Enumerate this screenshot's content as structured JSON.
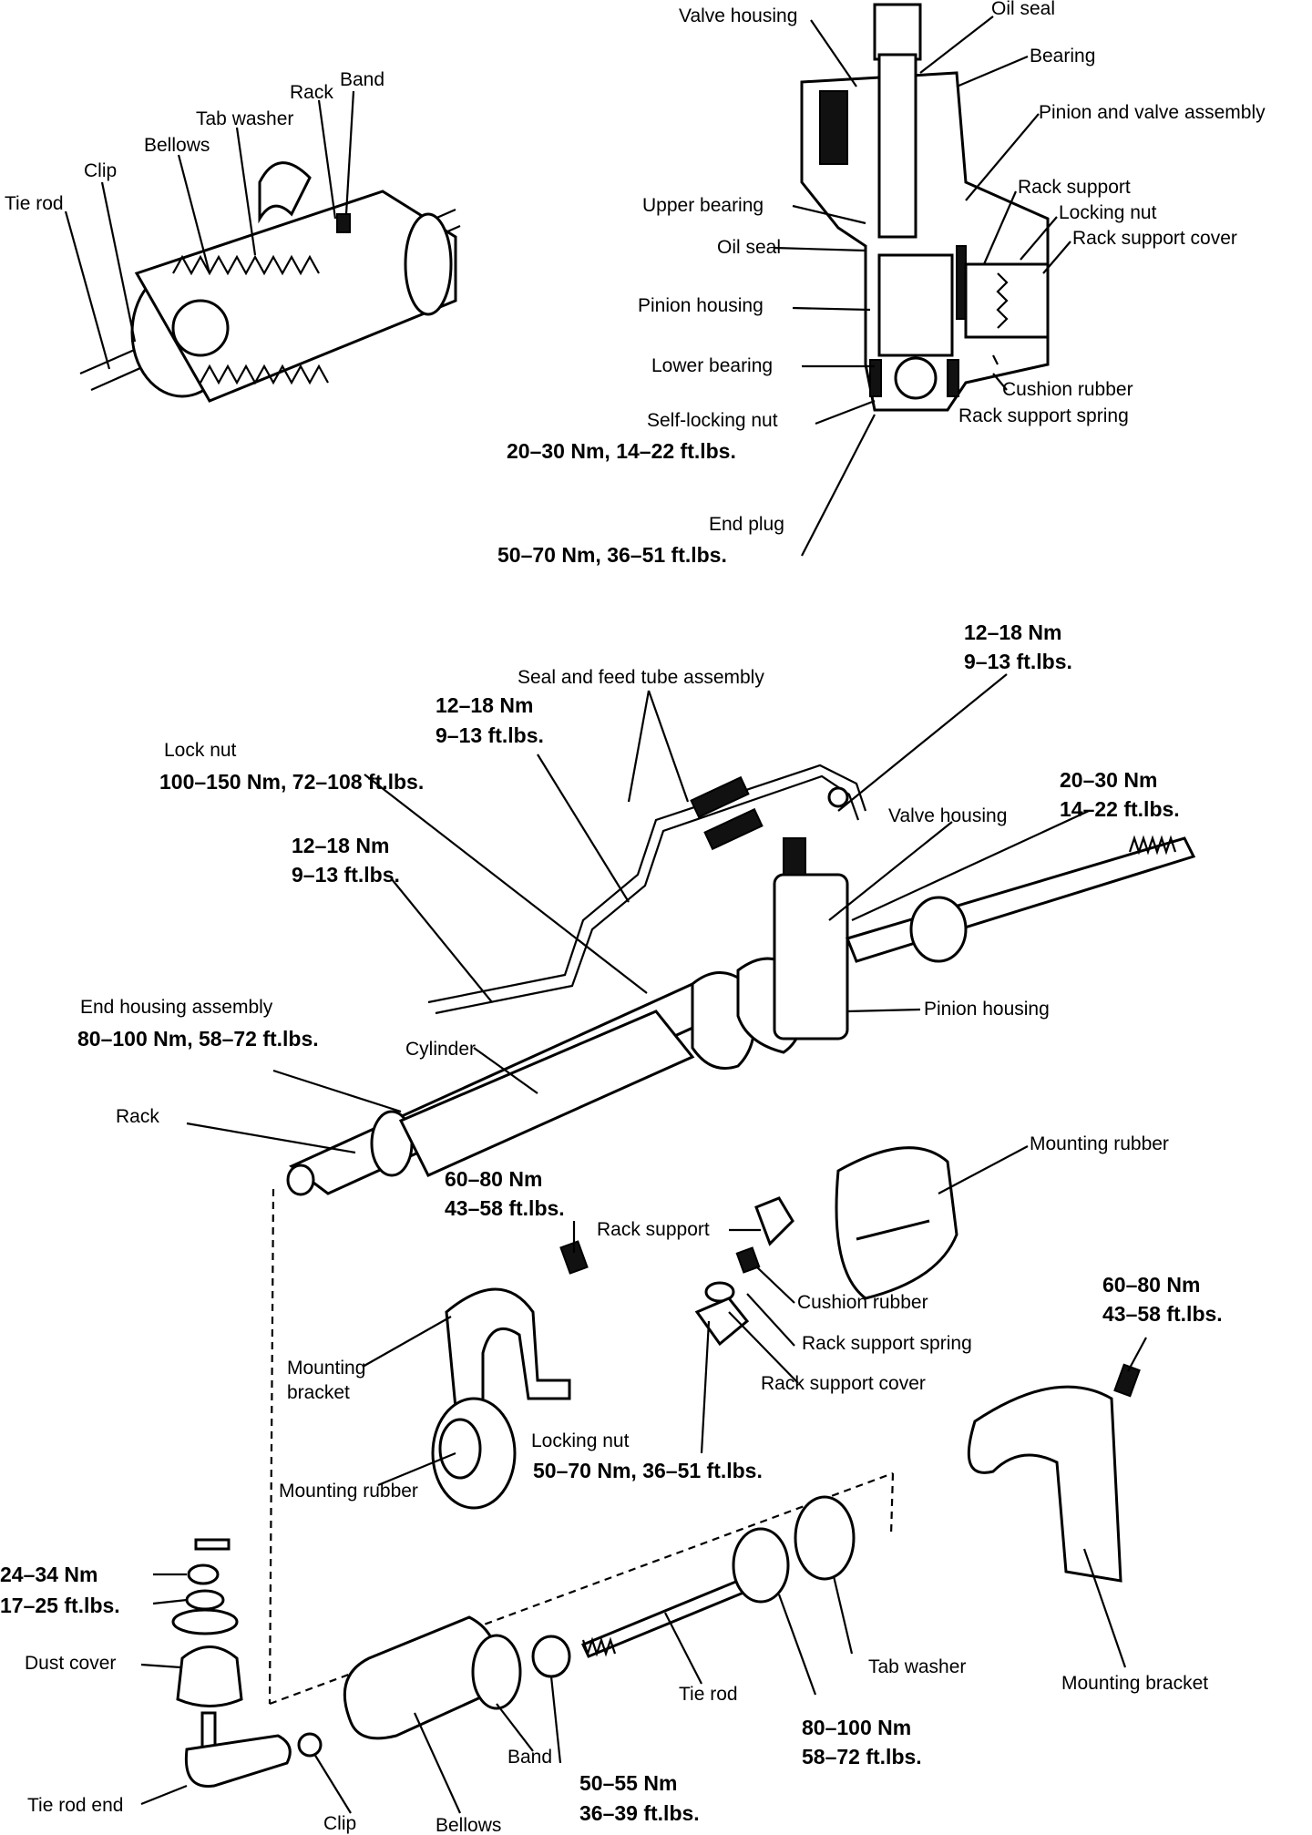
{
  "labels": {
    "rack_detail": {
      "band": "Band",
      "rack": "Rack",
      "tab_washer": "Tab washer",
      "bellows": "Bellows",
      "clip": "Clip",
      "tie_rod": "Tie rod"
    },
    "pinion_section": {
      "valve_housing": "Valve housing",
      "oil_seal_top": "Oil seal",
      "bearing": "Bearing",
      "pinion_valve_assembly": "Pinion and valve assembly",
      "rack_support": "Rack support",
      "locking_nut": "Locking nut",
      "rack_support_cover": "Rack support cover",
      "upper_bearing": "Upper bearing",
      "oil_seal": "Oil seal",
      "pinion_housing": "Pinion housing",
      "lower_bearing": "Lower bearing",
      "cushion_rubber": "Cushion rubber",
      "rack_support_spring": "Rack support spring",
      "self_locking_nut": "Self-locking nut",
      "self_locking_nut_torque": "20–30 Nm, 14–22 ft.lbs.",
      "end_plug": "End plug",
      "end_plug_torque": "50–70 Nm, 36–51 ft.lbs."
    },
    "assembly": {
      "seal_feed_tube": "Seal and feed tube assembly",
      "torque_tube_right_1": "12–18 Nm",
      "torque_tube_right_2": "9–13 ft.lbs.",
      "torque_tube_mid_1": "12–18 Nm",
      "torque_tube_mid_2": "9–13 ft.lbs.",
      "lock_nut": "Lock nut",
      "lock_nut_torque": "100–150 Nm, 72–108 ft.lbs.",
      "torque_tube_left_1": "12–18 Nm",
      "torque_tube_left_2": "9–13 ft.lbs.",
      "torque_valve_1": "20–30 Nm",
      "torque_valve_2": "14–22 ft.lbs.",
      "valve_housing": "Valve housing",
      "pinion_housing": "Pinion housing",
      "end_housing": "End housing assembly",
      "end_housing_torque": "80–100 Nm, 58–72 ft.lbs.",
      "cylinder": "Cylinder",
      "rack": "Rack",
      "mounting_rubber_right": "Mounting rubber",
      "torque_bracket_1": "60–80 Nm",
      "torque_bracket_2": "43–58 ft.lbs.",
      "rack_support": "Rack support",
      "cushion_rubber": "Cushion rubber",
      "rack_support_spring": "Rack support spring",
      "rack_support_cover": "Rack support cover",
      "torque_bracket_r_1": "60–80 Nm",
      "torque_bracket_r_2": "43–58 ft.lbs.",
      "mounting_bracket_left_1": "Mounting",
      "mounting_bracket_left_2": "bracket",
      "locking_nut": "Locking nut",
      "locking_nut_torque": "50–70 Nm, 36–51 ft.lbs.",
      "mounting_rubber_left": "Mounting rubber",
      "mounting_bracket_right": "Mounting bracket"
    },
    "tie_rod_parts": {
      "torque_castle_1": "24–34 Nm",
      "torque_castle_2": "17–25 ft.lbs.",
      "dust_cover": "Dust cover",
      "tie_rod_end": "Tie rod end",
      "clip": "Clip",
      "bellows": "Bellows",
      "band": "Band",
      "torque_band_1": "50–55 Nm",
      "torque_band_2": "36–39 ft.lbs.",
      "tie_rod": "Tie rod",
      "tab_washer": "Tab washer",
      "torque_tierod_1": "80–100 Nm",
      "torque_tierod_2": "58–72 ft.lbs."
    }
  }
}
